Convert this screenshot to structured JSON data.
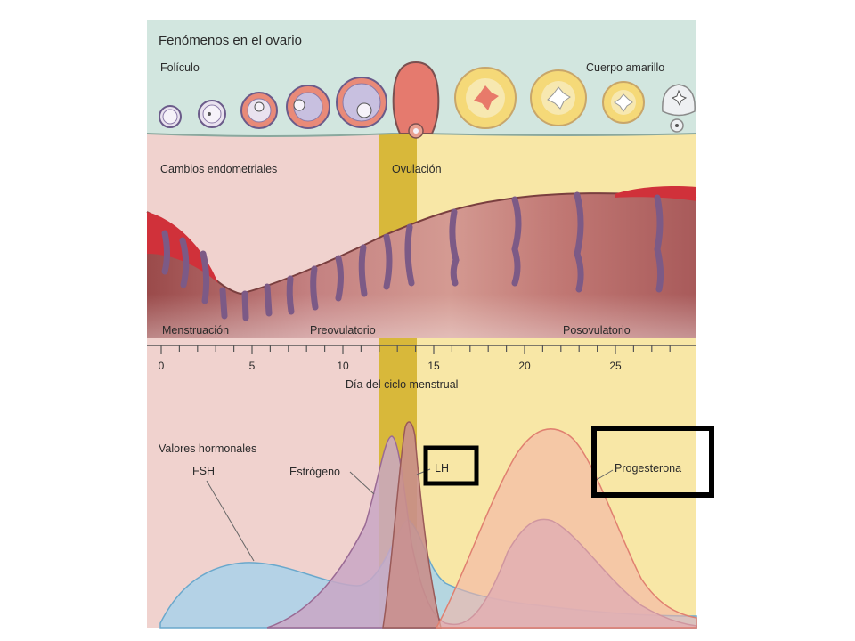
{
  "ovary": {
    "title": "Fenómenos en el ovario",
    "follicle_label": "Folículo",
    "corpus_luteum_label": "Cuerpo amarillo"
  },
  "endometrium": {
    "title": "Cambios endometriales",
    "ovulation_label": "Ovulación",
    "phases": [
      "Menstruación",
      "Preovulatorio",
      "Posovulatorio"
    ]
  },
  "axis": {
    "label": "Día del ciclo menstrual",
    "ticks": [
      "0",
      "5",
      "10",
      "15",
      "20",
      "25"
    ],
    "range": [
      0,
      28
    ]
  },
  "hormones": {
    "title": "Valores hormonales",
    "fsh_label": "FSH",
    "estrogen_label": "Estrógeno",
    "lh_label": "LH",
    "progesterone_label": "Progesterona"
  },
  "colors": {
    "top_band": "#d2e6df",
    "follicular_phase": "#f0d2ce",
    "luteal_phase": "#f8e7a6",
    "ovulation_band": "#d8b83a",
    "endometrium": "#b86a6a",
    "fsh": "#a9d2ea",
    "estrogen": "#c9a7c4",
    "lh": "#c98f8c",
    "progesterone": "#f4b4a6",
    "highlight_box": "#000000"
  }
}
